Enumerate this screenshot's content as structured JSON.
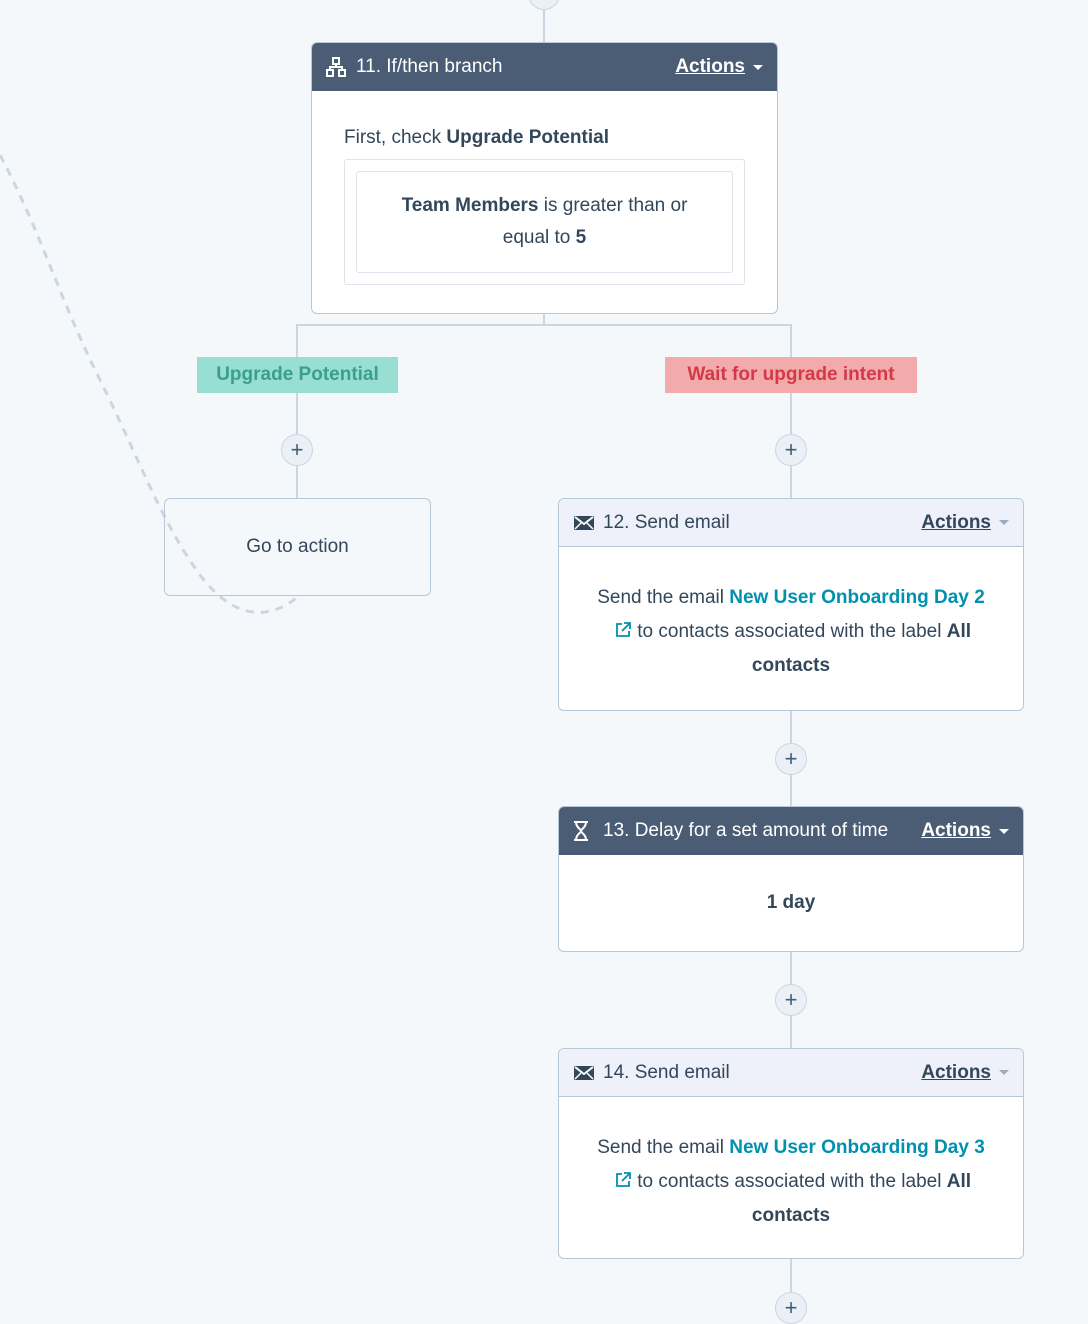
{
  "branch": {
    "header_title": "11. If/then branch",
    "actions_label": "Actions",
    "first_check_prefix": "First, check",
    "first_check_name": "Upgrade Potential",
    "condition_property": "Team Members",
    "condition_operator": "is greater than or equal to",
    "condition_value": "5"
  },
  "branch_labels": {
    "left": "Upgrade Potential",
    "right": "Wait for upgrade intent"
  },
  "goto_card": {
    "label": "Go to action"
  },
  "step12": {
    "header_title": "12. Send email",
    "actions_label": "Actions",
    "prefix": "Send the email",
    "email_name": "New User Onboarding Day 2",
    "middle": "to contacts associated with the label",
    "label_name": "All contacts"
  },
  "step13": {
    "header_title": "13. Delay for a set amount of time",
    "actions_label": "Actions",
    "delay": "1 day"
  },
  "step14": {
    "header_title": "14. Send email",
    "actions_label": "Actions",
    "prefix": "Send the email",
    "email_name": "New User Onboarding Day 3",
    "middle": "to contacts associated with the label",
    "label_name": "All contacts"
  },
  "icons": {
    "branch": "branch-icon",
    "email": "envelope-icon",
    "delay": "hourglass-icon",
    "external": "external-link-icon",
    "add": "plus-icon"
  },
  "colors": {
    "header_dark": "#4a5d75",
    "header_light": "#eef1f9",
    "link": "#0091ae",
    "label_green_bg": "#98ded3",
    "label_green_text": "#3aa08a",
    "label_red_bg": "#f2aaaa",
    "label_red_text": "#d3394a"
  }
}
